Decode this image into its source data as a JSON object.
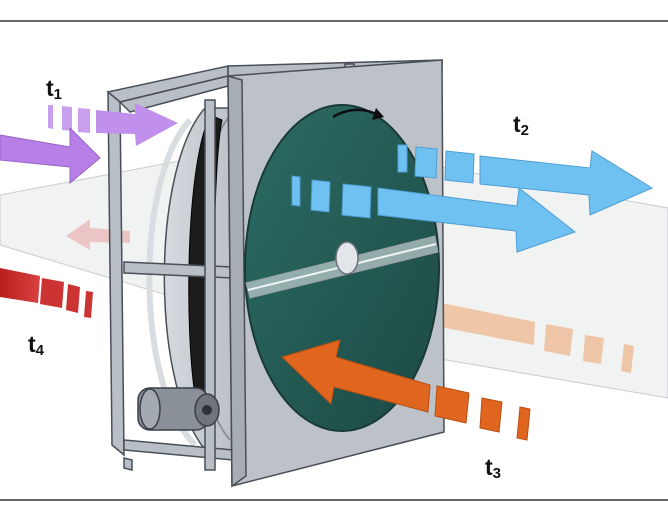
{
  "labels": {
    "t1": {
      "main": "t",
      "sub": "1"
    },
    "t2": {
      "main": "t",
      "sub": "2"
    },
    "t3": {
      "main": "t",
      "sub": "3"
    },
    "t4": {
      "main": "t",
      "sub": "4"
    }
  },
  "colors": {
    "purple_stream": "#b87fe6",
    "blue_stream": "#6ec1f1",
    "orange_stream": "#e0651f",
    "red_stream": "#c72a2a",
    "wheel_face": "#255c56",
    "frame": "#b9bfc6",
    "frame_stroke": "#4a4f57"
  },
  "icons": [
    "motor-icon",
    "drive-belt-icon",
    "rotation-arrow-icon"
  ]
}
